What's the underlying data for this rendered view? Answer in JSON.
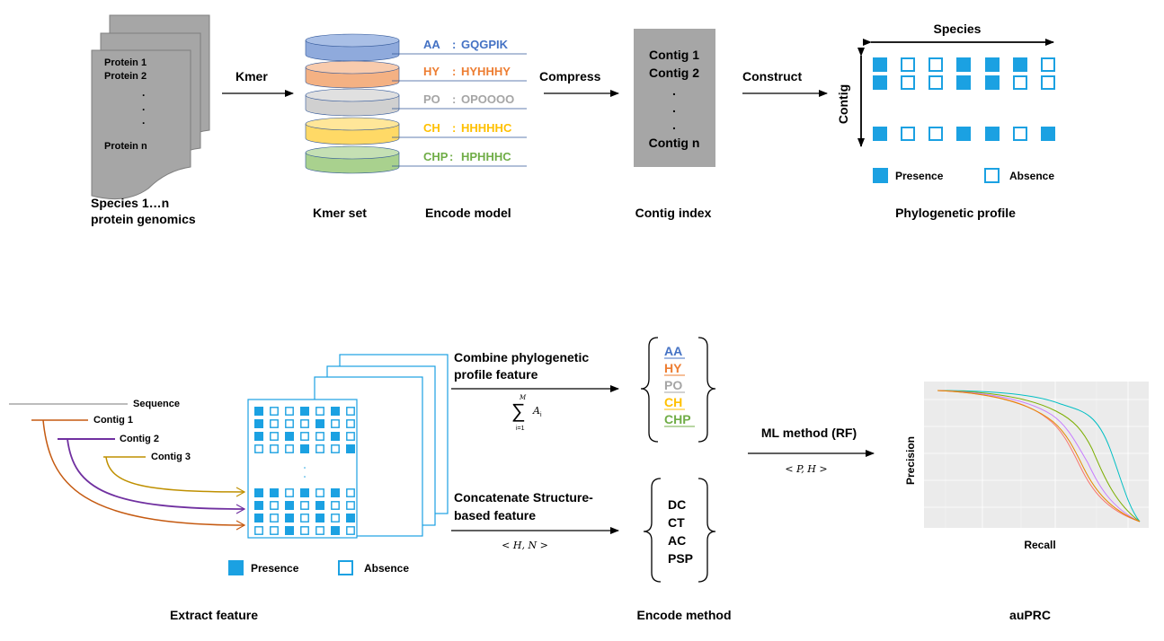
{
  "top": {
    "documents": {
      "lines": [
        "Protein 1",
        "Protein 2",
        "Protein n"
      ],
      "caption": [
        "Species 1…n",
        "protein genomics"
      ]
    },
    "kmer_arrow_label": "Kmer",
    "kmer_set_caption": "Kmer set",
    "encode_model_caption": "Encode model",
    "encodings": [
      {
        "key": "AA",
        "sep": ":",
        "value": "GQGPIK",
        "color": "#4472c4"
      },
      {
        "key": "HY",
        "sep": ":",
        "value": "HYHHHY",
        "color": "#ed7d31"
      },
      {
        "key": "PO",
        "sep": ":",
        "value": "OPOOOO",
        "color": "#a5a5a5"
      },
      {
        "key": "CH",
        "sep": ":",
        "value": "HHHHHC",
        "color": "#ffc000"
      },
      {
        "key": "CHP",
        "sep": ":",
        "value": "HPHHHC",
        "color": "#70ad47"
      }
    ],
    "compress_label": "Compress",
    "contig_lines": [
      "Contig 1",
      "Contig 2",
      "Contig n"
    ],
    "contig_caption": "Contig index",
    "construct_label": "Construct",
    "species_label": "Species",
    "contig_axis_label": "Contig",
    "presence_label": "Presence",
    "absence_label": "Absence",
    "profile_caption": "Phylogenetic profile",
    "grid_rows": [
      [
        1,
        0,
        0,
        1,
        1,
        1,
        0
      ],
      [
        1,
        0,
        0,
        1,
        1,
        0,
        0
      ],
      [
        1,
        0,
        0,
        1,
        1,
        0,
        1
      ]
    ]
  },
  "bottom": {
    "tree_labels": [
      "Sequence",
      "Contig 1",
      "Contig 2",
      "Contig 3"
    ],
    "stack_top_rows": [
      [
        1,
        0,
        0,
        1,
        0,
        1,
        0
      ],
      [
        1,
        0,
        0,
        0,
        1,
        0,
        0
      ],
      [
        1,
        0,
        1,
        0,
        0,
        1,
        0
      ],
      [
        0,
        0,
        0,
        1,
        0,
        0,
        1
      ]
    ],
    "stack_bottom_rows": [
      [
        1,
        1,
        0,
        1,
        0,
        1,
        0
      ],
      [
        1,
        0,
        1,
        0,
        1,
        0,
        0
      ],
      [
        1,
        0,
        1,
        0,
        1,
        0,
        1
      ],
      [
        0,
        0,
        1,
        0,
        0,
        1,
        0
      ]
    ],
    "presence_label": "Presence",
    "absence_label": "Absence",
    "extract_caption": "Extract feature",
    "combine_label": [
      "Combine phylogenetic",
      "profile feature"
    ],
    "sum_formula": {
      "upper": "M",
      "symbol": "∑",
      "term": "A",
      "subscript": "i",
      "lower": "i=1"
    },
    "combine_items": [
      {
        "label": "AA",
        "color": "#4472c4"
      },
      {
        "label": "HY",
        "color": "#ed7d31"
      },
      {
        "label": "PO",
        "color": "#a5a5a5"
      },
      {
        "label": "CH",
        "color": "#ffc000"
      },
      {
        "label": "CHP",
        "color": "#70ad47"
      }
    ],
    "concat_label": [
      "Concatenate  Structure-",
      "based feature"
    ],
    "concat_formula": "< H, N >",
    "structure_items": [
      "DC",
      "CT",
      "AC",
      "PSP"
    ],
    "encode_method_caption": "Encode method",
    "ml_label": "ML method (RF)",
    "ml_formula": "< P, H >",
    "prc_ylabel": "Precision",
    "prc_xlabel": "Recall",
    "auprc_caption": "auPRC"
  },
  "colors": {
    "accent": "#1ba1e2",
    "cylinder_stroke": "#2f5597",
    "doc_fill": "#a6a6a6",
    "contig_box": "#a6a6a6",
    "plot_bg": "#ebebeb",
    "tree_sequence": "#a6a6a6",
    "tree_contig1": "#c55a11",
    "tree_contig2": "#7030a0",
    "tree_contig3": "#bf9000"
  }
}
